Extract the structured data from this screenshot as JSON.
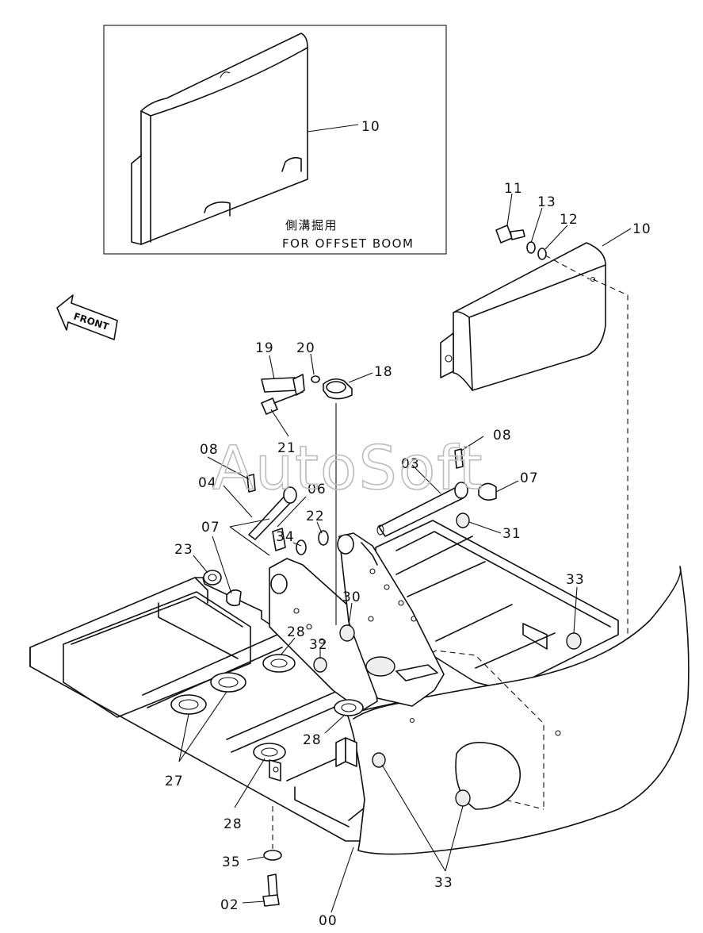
{
  "watermark": "AutoSoft",
  "inset": {
    "note_jp": "側溝掘用",
    "note_en": "FOR OFFSET BOOM",
    "part": "10"
  },
  "front_arrow": "FRONT",
  "callouts": {
    "p11": "11",
    "p13": "13",
    "p12": "12",
    "p10": "10",
    "p19": "19",
    "p20": "20",
    "p18": "18",
    "p21": "21",
    "p08a": "08",
    "p08b": "08",
    "p04": "04",
    "p06": "06",
    "p03": "03",
    "p07a": "07",
    "p07b": "07",
    "p22": "22",
    "p34": "34",
    "p23": "23",
    "p31": "31",
    "p33a": "33",
    "p30": "30",
    "p28a": "28",
    "p32": "32",
    "p28b": "28",
    "p27": "27",
    "p28c": "28",
    "p35": "35",
    "p02": "02",
    "p00": "00",
    "p33b": "33"
  }
}
